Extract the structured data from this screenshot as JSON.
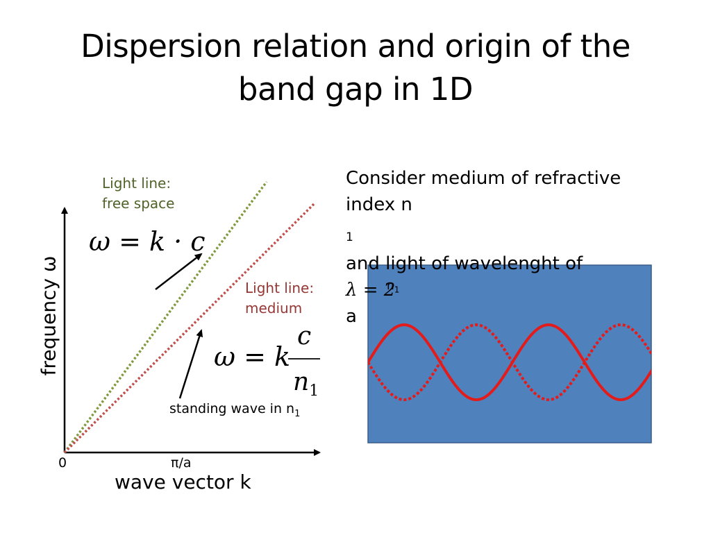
{
  "title": {
    "line1": "Dispersion relation and origin of the",
    "line2": "band gap in 1D"
  },
  "plot": {
    "free_space_label": {
      "line1": "Light line:",
      "line2": "free space"
    },
    "medium_label": {
      "line1": "Light line:",
      "line2": "medium"
    },
    "equation_free": "ω = k · c",
    "equation_medium_left": "ω = k",
    "equation_medium_num": "c",
    "equation_medium_den": "n",
    "equation_medium_den_sub": "1",
    "standing_wave": "standing wave in n",
    "standing_wave_sub": "1",
    "xlabel": "wave vector k",
    "ylabel": "frequency ω",
    "tick_zero": "0",
    "tick_pi": "π/a"
  },
  "right": {
    "line1": "Consider medium of refractive",
    "line2_prefix": "index n",
    "line2_sub": "1",
    "line3_prefix": "and light of wavelenght of ",
    "line3_eq": "λ = 2",
    "line3_suffix": "a",
    "box_label": "n",
    "box_label_sub": "1"
  },
  "colors": {
    "free_space_line": "#7f9a3c",
    "medium_line": "#c0504d",
    "free_space_text": "#4f6228",
    "medium_text": "#953735",
    "box_fill": "#4f81bd",
    "wave": "#e31b1b"
  }
}
